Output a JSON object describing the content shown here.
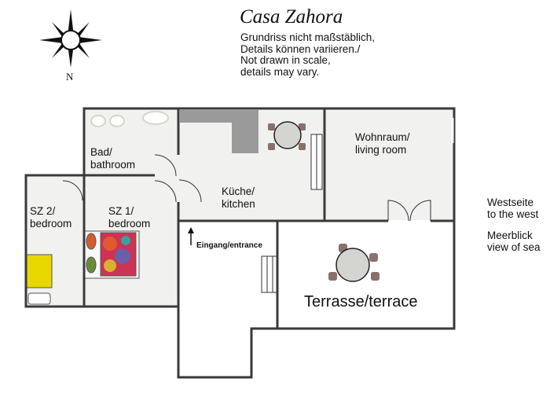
{
  "title": "Casa Zahora",
  "notes": [
    "Grundriss nicht maßstäblich,",
    "Details können variieren./",
    "Not drawn in scale,",
    "details may vary."
  ],
  "compass": {
    "north_label": "N"
  },
  "rooms": {
    "bathroom": [
      "Bad/",
      "bathroom"
    ],
    "sz2": [
      "SZ 2/",
      "bedroom"
    ],
    "sz1": [
      "SZ 1/",
      "bedroom"
    ],
    "kitchen": [
      "Küche/",
      "kitchen"
    ],
    "living": [
      "Wohnraum/",
      "living room"
    ],
    "entrance": "Eingang/entrance",
    "terrace": "Terrasse/terrace"
  },
  "side_notes": [
    "Westseite",
    "to the west",
    "Meerblick",
    "view of sea"
  ],
  "colors": {
    "floor": "#f1f1ef",
    "wall": "#3a3a3a",
    "counter": "#9a9a9a",
    "chair": "#8a706a",
    "table": "#d4d4d0",
    "bed_accent": "#e8d800"
  }
}
